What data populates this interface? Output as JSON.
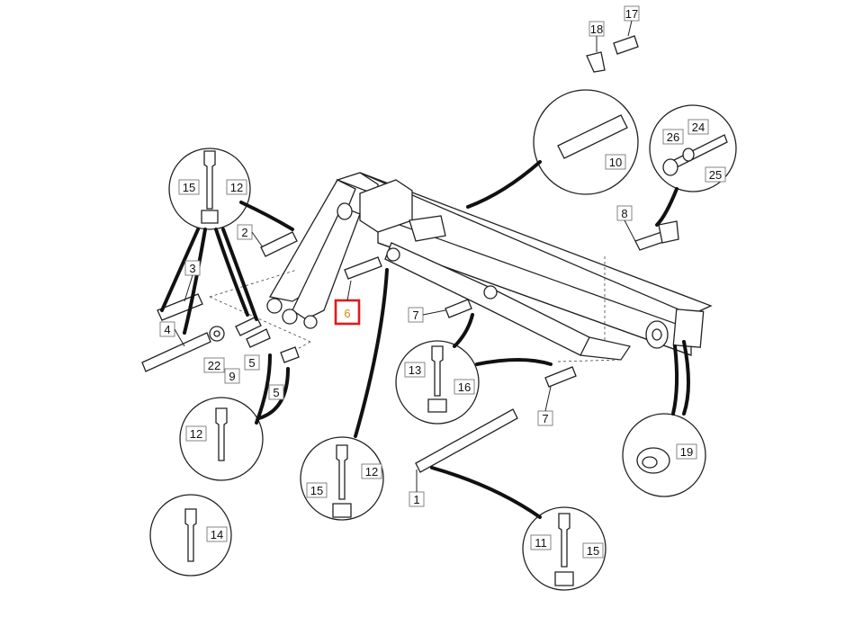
{
  "diagram": {
    "highlight_color": "#e01b1b",
    "callouts": [
      {
        "id": "c17",
        "text": "17"
      },
      {
        "id": "c18",
        "text": "18"
      },
      {
        "id": "c10",
        "text": "10"
      },
      {
        "id": "c24",
        "text": "24"
      },
      {
        "id": "c26",
        "text": "26"
      },
      {
        "id": "c25",
        "text": "25"
      },
      {
        "id": "c8",
        "text": "8"
      },
      {
        "id": "c15a",
        "text": "15"
      },
      {
        "id": "c12a",
        "text": "12"
      },
      {
        "id": "c2",
        "text": "2"
      },
      {
        "id": "c3",
        "text": "3"
      },
      {
        "id": "c4",
        "text": "4"
      },
      {
        "id": "c22",
        "text": "22"
      },
      {
        "id": "c9",
        "text": "9"
      },
      {
        "id": "c5a",
        "text": "5"
      },
      {
        "id": "c5b",
        "text": "5"
      },
      {
        "id": "c6",
        "text": "6"
      },
      {
        "id": "c7a",
        "text": "7"
      },
      {
        "id": "c13",
        "text": "13"
      },
      {
        "id": "c16",
        "text": "16"
      },
      {
        "id": "c7b",
        "text": "7"
      },
      {
        "id": "c12b",
        "text": "12"
      },
      {
        "id": "c12c",
        "text": "12"
      },
      {
        "id": "c15b",
        "text": "15"
      },
      {
        "id": "c14",
        "text": "14"
      },
      {
        "id": "c1",
        "text": "1"
      },
      {
        "id": "c19",
        "text": "19"
      },
      {
        "id": "c11",
        "text": "11"
      },
      {
        "id": "c15c",
        "text": "15"
      }
    ]
  }
}
